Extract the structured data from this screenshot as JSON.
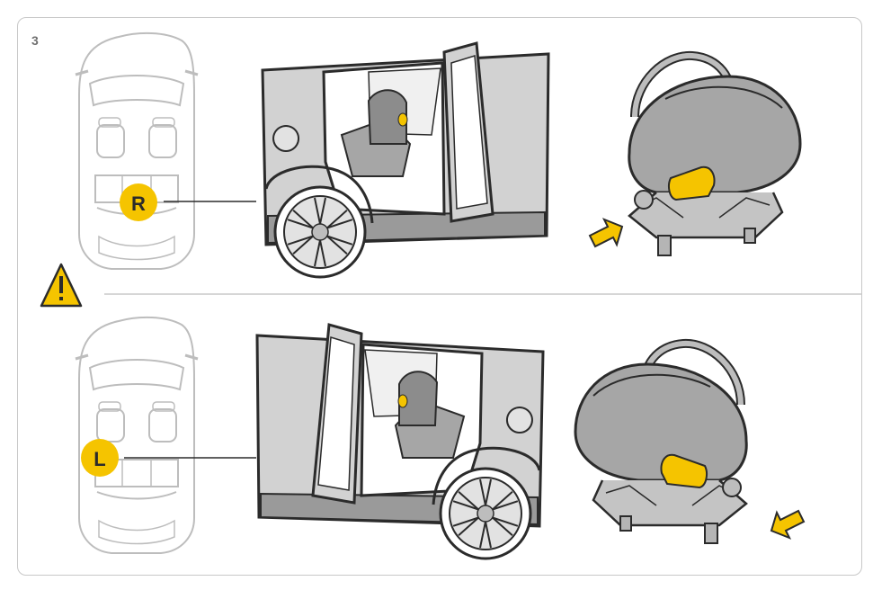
{
  "step": {
    "number": "3"
  },
  "top_panel": {
    "seat_badge": "R"
  },
  "bottom_panel": {
    "seat_badge": "L"
  },
  "colors": {
    "accent_yellow": "#f5c400",
    "outline": "#2b2b2b",
    "car_body": "#d2d2d2",
    "car_shadow": "#9a9a9a",
    "seat_fill": "#a6a6a6",
    "faded_outline": "#bdbdbd",
    "frame_border": "#c8c8c8"
  },
  "icons": {
    "warning": "warning-triangle-icon",
    "push_arrow": "push-arrow-icon"
  }
}
